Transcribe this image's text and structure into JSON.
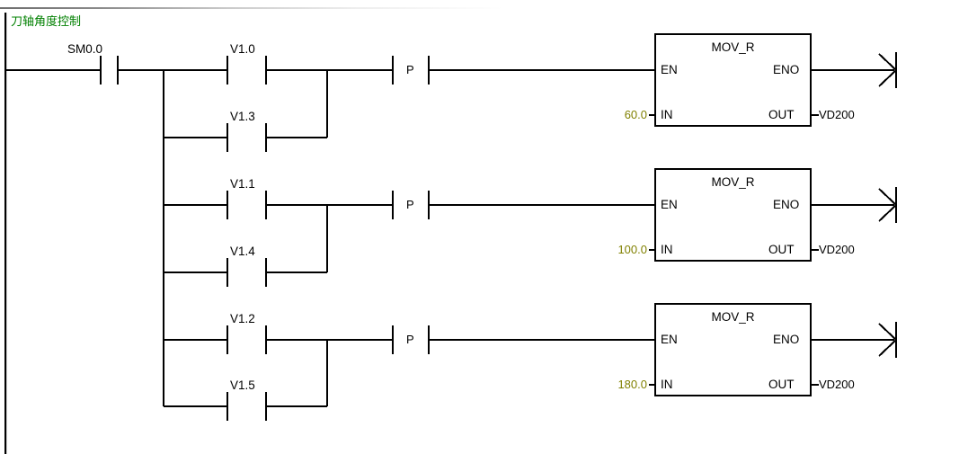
{
  "editor": {
    "network_comment": "刀轴角度控制",
    "comment_color": "#008000",
    "constant_color": "#808000",
    "wire_color": "#000000"
  },
  "rails": {
    "power_rail_label": "left-power-rail",
    "branch_bus_label": "branch-bus"
  },
  "rungs": [
    {
      "enable_contact": "SM0.0",
      "parallel_contacts": [
        "V1.0",
        "V1.3"
      ],
      "edge_contact": "P",
      "block": {
        "name": "MOV_R",
        "en": "EN",
        "eno": "ENO",
        "in_label": "IN",
        "out_label": "OUT",
        "in_value": "60.0",
        "out_value": "VD200"
      }
    },
    {
      "enable_contact": "",
      "parallel_contacts": [
        "V1.1",
        "V1.4"
      ],
      "edge_contact": "P",
      "block": {
        "name": "MOV_R",
        "en": "EN",
        "eno": "ENO",
        "in_label": "IN",
        "out_label": "OUT",
        "in_value": "100.0",
        "out_value": "VD200"
      }
    },
    {
      "enable_contact": "",
      "parallel_contacts": [
        "V1.2",
        "V1.5"
      ],
      "edge_contact": "P",
      "block": {
        "name": "MOV_R",
        "en": "EN",
        "eno": "ENO",
        "in_label": "IN",
        "out_label": "OUT",
        "in_value": "180.0",
        "out_value": "VD200"
      }
    }
  ]
}
